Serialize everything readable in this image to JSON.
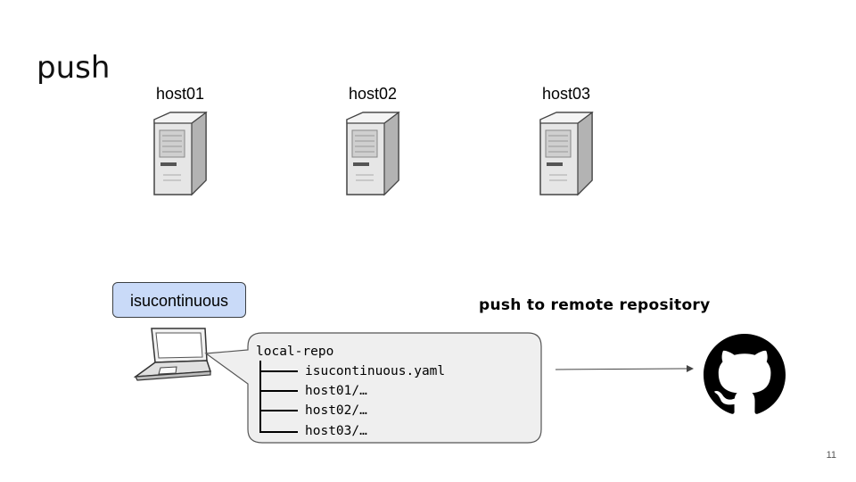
{
  "slide": {
    "title": "push",
    "page_number": "11"
  },
  "hosts": [
    {
      "label": "host01",
      "icon": "server-icon"
    },
    {
      "label": "host02",
      "icon": "server-icon"
    },
    {
      "label": "host03",
      "icon": "server-icon"
    }
  ],
  "local": {
    "tool_name": "isucontinuous",
    "device_icon": "laptop-icon",
    "repo_tree": {
      "root": "local-repo",
      "items": [
        "isucontinuous.yaml",
        "host01/…",
        "host02/…",
        "host03/…"
      ]
    }
  },
  "remote": {
    "caption": "push to remote repository",
    "icon": "github-icon"
  },
  "colors": {
    "tool_box_fill": "#c9daf8",
    "callout_fill": "#efefef",
    "github_black": "#000000"
  }
}
